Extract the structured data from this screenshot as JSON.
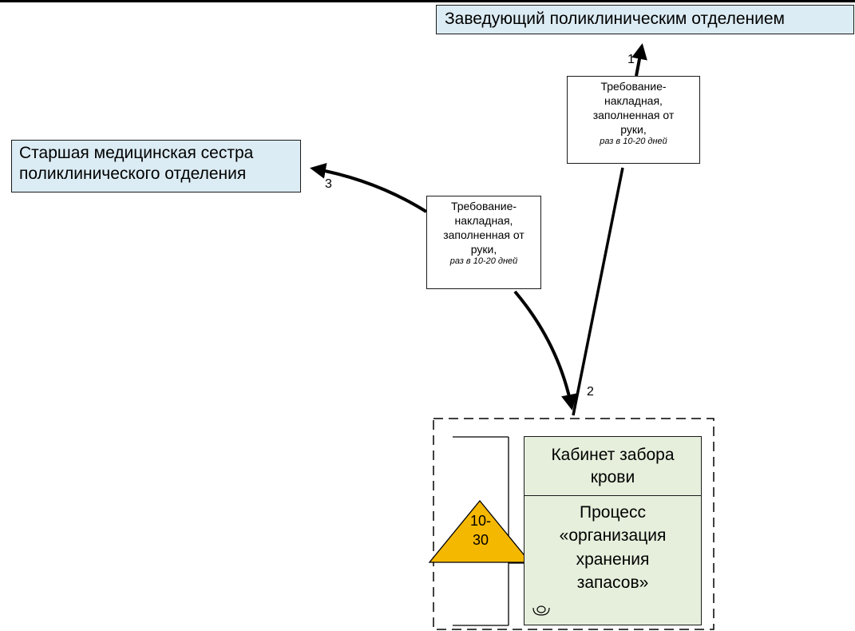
{
  "roles": {
    "head": "Заведующий поликлиническим отделением",
    "nurse_line1": "Старшая медицинская сестра",
    "nurse_line2": "поликлинического отделения"
  },
  "documents": [
    {
      "lines": [
        "Требование-",
        "накладная,",
        "заполненная от",
        "руки,"
      ],
      "frequency": "раз в 10-20 дней"
    },
    {
      "lines": [
        "Требование-",
        "накладная,",
        "заполненная от",
        "руки,"
      ],
      "frequency": "раз в 10-20 дней"
    }
  ],
  "flow_numbers": [
    "1",
    "2",
    "3"
  ],
  "process": {
    "title_line1": "Кабинет забора",
    "title_line2": "крови",
    "body_lines": [
      "Процесс",
      "«организация",
      "хранения",
      "запасов»"
    ]
  },
  "inventory": {
    "line1": "10-",
    "line2": "30",
    "color": "#f5b800"
  },
  "colors": {
    "role_fill": "#dcecf4",
    "process_fill": "#e6efdc"
  }
}
